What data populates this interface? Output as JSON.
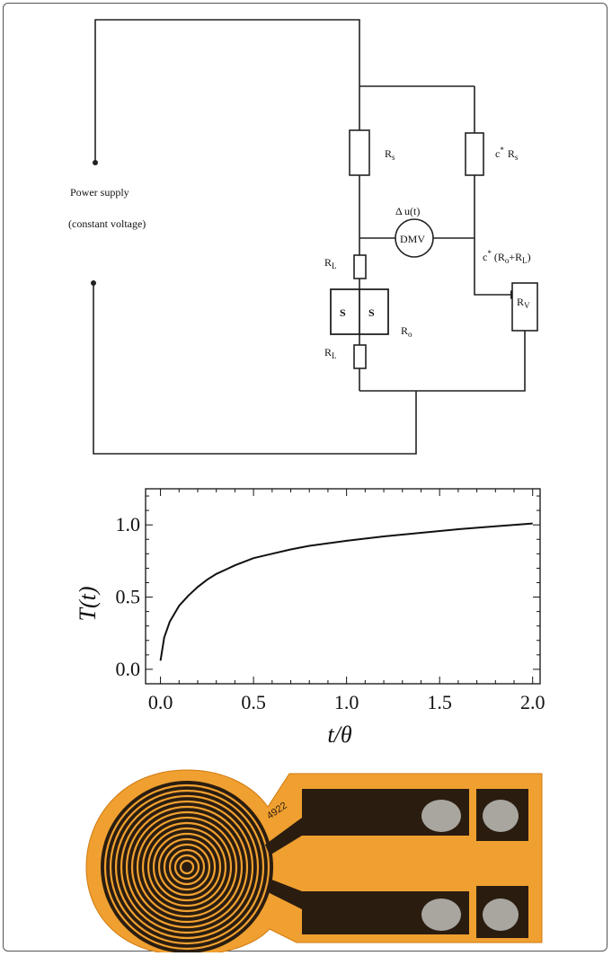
{
  "circuit": {
    "power_supply_label": "Power supply",
    "power_supply_sub": "(constant voltage)",
    "rs_label": "R",
    "rs_sub": "s",
    "rs2_prefix": "c",
    "rs2_label": "R",
    "rs2_sub": "s",
    "delta_label": "Δ u(t)",
    "dmv_label": "DMV",
    "rl_top": "R",
    "rl_top_sub": "L",
    "rl_bottom": "R",
    "rl_bottom_sub": "L",
    "s_left": "S",
    "s_right": "S",
    "ro_label": "R",
    "ro_sub": "o",
    "rv_label": "R",
    "rv_sub": "V",
    "rv_formula": "c (R +R )",
    "rv_formula_sub1": "o",
    "rv_formula_sub2": "L"
  },
  "chart_data": {
    "type": "line",
    "xlabel": "t/θ",
    "ylabel": "T(t)",
    "xlim": [
      -0.08,
      2.04
    ],
    "ylim": [
      -0.1,
      1.25
    ],
    "xticks": [
      0.0,
      0.5,
      1.0,
      1.5,
      2.0
    ],
    "xtick_labels": [
      "0.0",
      "0.5",
      "1.0",
      "1.5",
      "2.0"
    ],
    "yticks": [
      0.0,
      0.5,
      1.0
    ],
    "ytick_labels": [
      "0.0",
      "0.5",
      "1.0"
    ],
    "grid": false,
    "series": [
      {
        "x": [
          0.0,
          0.02,
          0.05,
          0.1,
          0.15,
          0.2,
          0.25,
          0.3,
          0.4,
          0.5,
          0.6,
          0.7,
          0.8,
          1.0,
          1.2,
          1.4,
          1.6,
          1.8,
          2.0
        ],
        "y": [
          0.06,
          0.22,
          0.33,
          0.44,
          0.51,
          0.57,
          0.62,
          0.66,
          0.72,
          0.77,
          0.8,
          0.83,
          0.855,
          0.89,
          0.92,
          0.945,
          0.97,
          0.99,
          1.01
        ]
      }
    ]
  },
  "sensor": {
    "part_number": "4922"
  },
  "colors": {
    "sensor_orange": "#f0a030",
    "trace_dark": "#2a1d10",
    "pad_gray": "#a9a6a0"
  }
}
